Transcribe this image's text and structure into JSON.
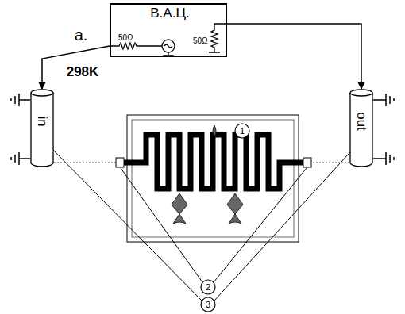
{
  "diagram": {
    "nodes": [
      {
        "text": [
          "В.А.Ц.",
          "50Ω",
          "50Ω"
        ]
      },
      {
        "text": [
          "in"
        ]
      },
      {
        "text": [
          "out"
        ]
      }
    ],
    "edges": [
      {
        "from": 0,
        "to": 1,
        "arrow": "to"
      },
      {
        "from": 0,
        "to": 2,
        "arrow": "to"
      }
    ],
    "labels": [
      "a.",
      "298K",
      "1",
      "2",
      "3"
    ]
  }
}
